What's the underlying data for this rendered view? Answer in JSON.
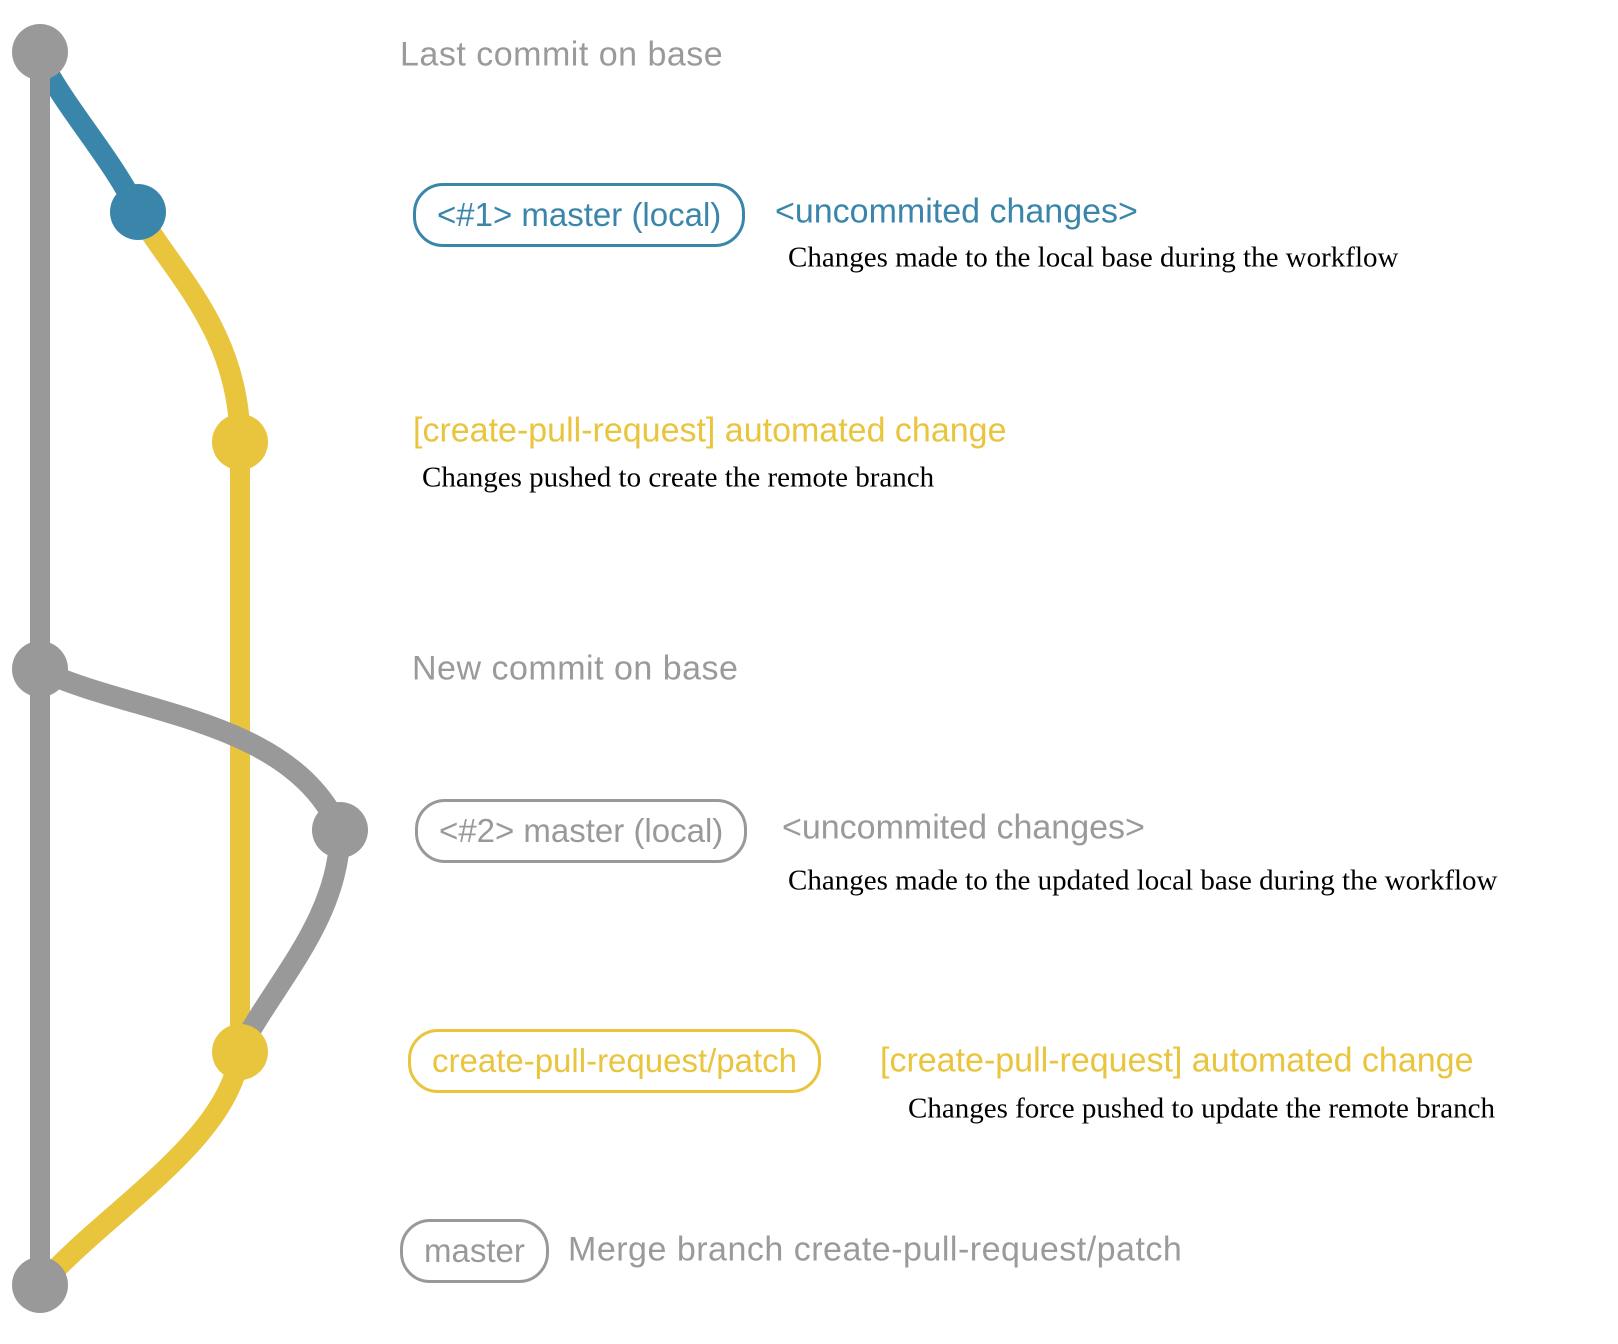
{
  "colors": {
    "base_gray": "#999999",
    "text_gray": "#9a9a9a",
    "local_blue": "#3a86ab",
    "branch_yellow": "#e9c43d",
    "note_black": "#000000",
    "background": "#ffffff"
  },
  "graph": {
    "commits": [
      {
        "id": "last-commit-on-base",
        "color": "gray"
      },
      {
        "id": "local-master-commit-1",
        "color": "blue"
      },
      {
        "id": "automated-change-commit-1",
        "color": "yellow"
      },
      {
        "id": "new-commit-on-base",
        "color": "gray"
      },
      {
        "id": "local-master-commit-2",
        "color": "gray"
      },
      {
        "id": "automated-change-commit-2",
        "color": "yellow"
      },
      {
        "id": "merge-commit",
        "color": "gray"
      }
    ]
  },
  "annotations": {
    "last_commit": {
      "label": "Last commit on base"
    },
    "local_master_1": {
      "badge": "<#1> master (local)",
      "note": "<uncommited changes>",
      "detail": "Changes made to the local base during the workflow"
    },
    "automated_change_1": {
      "title": "[create-pull-request] automated change",
      "detail": "Changes pushed to create the remote branch"
    },
    "new_commit": {
      "label": "New commit on base"
    },
    "local_master_2": {
      "badge": "<#2> master (local)",
      "note": "<uncommited changes>",
      "detail": "Changes made to the updated local base during the workflow"
    },
    "automated_change_2": {
      "badge": "create-pull-request/patch",
      "title": "[create-pull-request] automated change",
      "detail": "Changes force pushed to update the remote branch"
    },
    "merge": {
      "badge": "master",
      "label": "Merge branch create-pull-request/patch"
    }
  }
}
